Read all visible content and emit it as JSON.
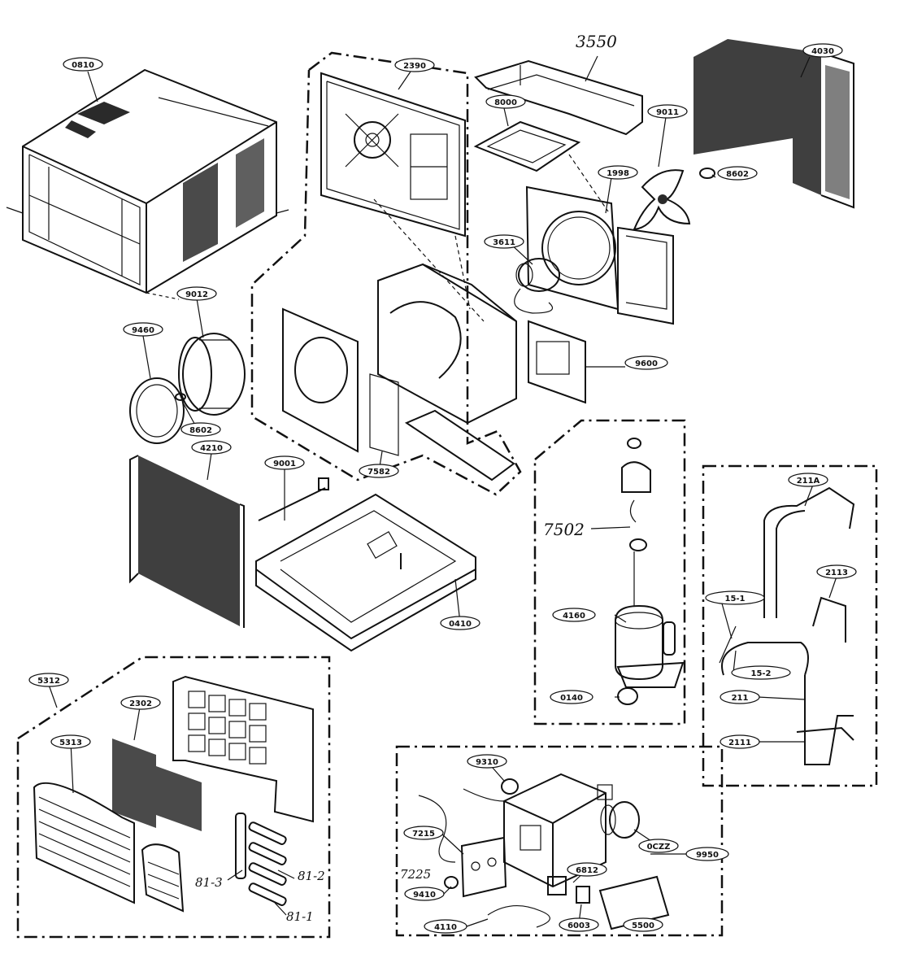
{
  "parts": [
    {
      "id": "p0810",
      "text": "0810"
    },
    {
      "id": "p2390",
      "text": "2390"
    },
    {
      "id": "p8000",
      "text": "8000"
    },
    {
      "id": "p9011",
      "text": "9011"
    },
    {
      "id": "p4030",
      "text": "4030"
    },
    {
      "id": "p1998",
      "text": "1998"
    },
    {
      "id": "p8602a",
      "text": "8602"
    },
    {
      "id": "p3611",
      "text": "3611"
    },
    {
      "id": "p9012",
      "text": "9012"
    },
    {
      "id": "p9460",
      "text": "9460"
    },
    {
      "id": "p8602b",
      "text": "8602"
    },
    {
      "id": "p9600",
      "text": "9600"
    },
    {
      "id": "p4210",
      "text": "4210"
    },
    {
      "id": "p9001",
      "text": "9001"
    },
    {
      "id": "p7582",
      "text": "7582"
    },
    {
      "id": "p0410",
      "text": "0410"
    },
    {
      "id": "p4160",
      "text": "4160"
    },
    {
      "id": "p0140",
      "text": "0140"
    },
    {
      "id": "p211A",
      "text": "211A"
    },
    {
      "id": "p2113",
      "text": "2113"
    },
    {
      "id": "p15_1",
      "text": "15-1"
    },
    {
      "id": "p15_2",
      "text": "15-2"
    },
    {
      "id": "p211",
      "text": "211"
    },
    {
      "id": "p2111",
      "text": "2111"
    },
    {
      "id": "p5312",
      "text": "5312"
    },
    {
      "id": "p2302",
      "text": "2302"
    },
    {
      "id": "p5313",
      "text": "5313"
    },
    {
      "id": "p9310",
      "text": "9310"
    },
    {
      "id": "p7215",
      "text": "7215"
    },
    {
      "id": "p0CZZ",
      "text": "0CZZ"
    },
    {
      "id": "p9950",
      "text": "9950"
    },
    {
      "id": "p6812",
      "text": "6812"
    },
    {
      "id": "p9410",
      "text": "9410"
    },
    {
      "id": "p6003",
      "text": "6003"
    },
    {
      "id": "p5500",
      "text": "5500"
    },
    {
      "id": "p4110",
      "text": "4110"
    }
  ],
  "handwritten": {
    "h3550": "3550",
    "h7502": "7502",
    "h7225": "7225",
    "h81_3": "81-3",
    "h81_2": "81-2",
    "h81_1": "81-1"
  }
}
